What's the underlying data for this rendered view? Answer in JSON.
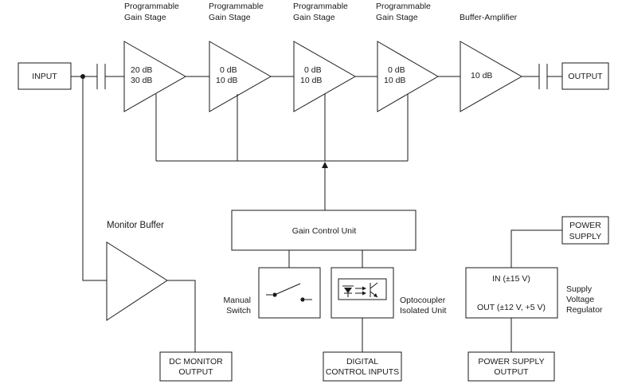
{
  "input_label": "INPUT",
  "output_label": "OUTPUT",
  "stages": [
    {
      "header": [
        "Programmable",
        "Gain Stage"
      ],
      "gain": [
        "20 dB",
        "30 dB"
      ]
    },
    {
      "header": [
        "Programmable",
        "Gain Stage"
      ],
      "gain": [
        "0 dB",
        "10 dB"
      ]
    },
    {
      "header": [
        "Programmable",
        "Gain Stage"
      ],
      "gain": [
        "0 dB",
        "10 dB"
      ]
    },
    {
      "header": [
        "Programmable",
        "Gain Stage"
      ],
      "gain": [
        "0 dB",
        "10 dB"
      ]
    },
    {
      "header": [
        "Buffer-Amplifier"
      ],
      "gain": [
        "10 dB"
      ]
    }
  ],
  "monitor_buffer_label": "Monitor Buffer",
  "gain_control_unit": "Gain Control Unit",
  "manual_switch": [
    "Manual",
    "Switch"
  ],
  "optocoupler": [
    "Optocoupler",
    "Isolated Unit"
  ],
  "dc_monitor_output": [
    "DC MONITOR",
    "OUTPUT"
  ],
  "digital_control_inputs": [
    "DIGITAL",
    "CONTROL INPUTS"
  ],
  "power_supply": [
    "POWER",
    "SUPPLY"
  ],
  "regulator": {
    "in": "IN (±15 V)",
    "out": "OUT (±12 V, +5 V)"
  },
  "regulator_label": [
    "Supply",
    "Voltage",
    "Regulator"
  ],
  "power_supply_output": [
    "POWER SUPPLY",
    "OUTPUT"
  ]
}
